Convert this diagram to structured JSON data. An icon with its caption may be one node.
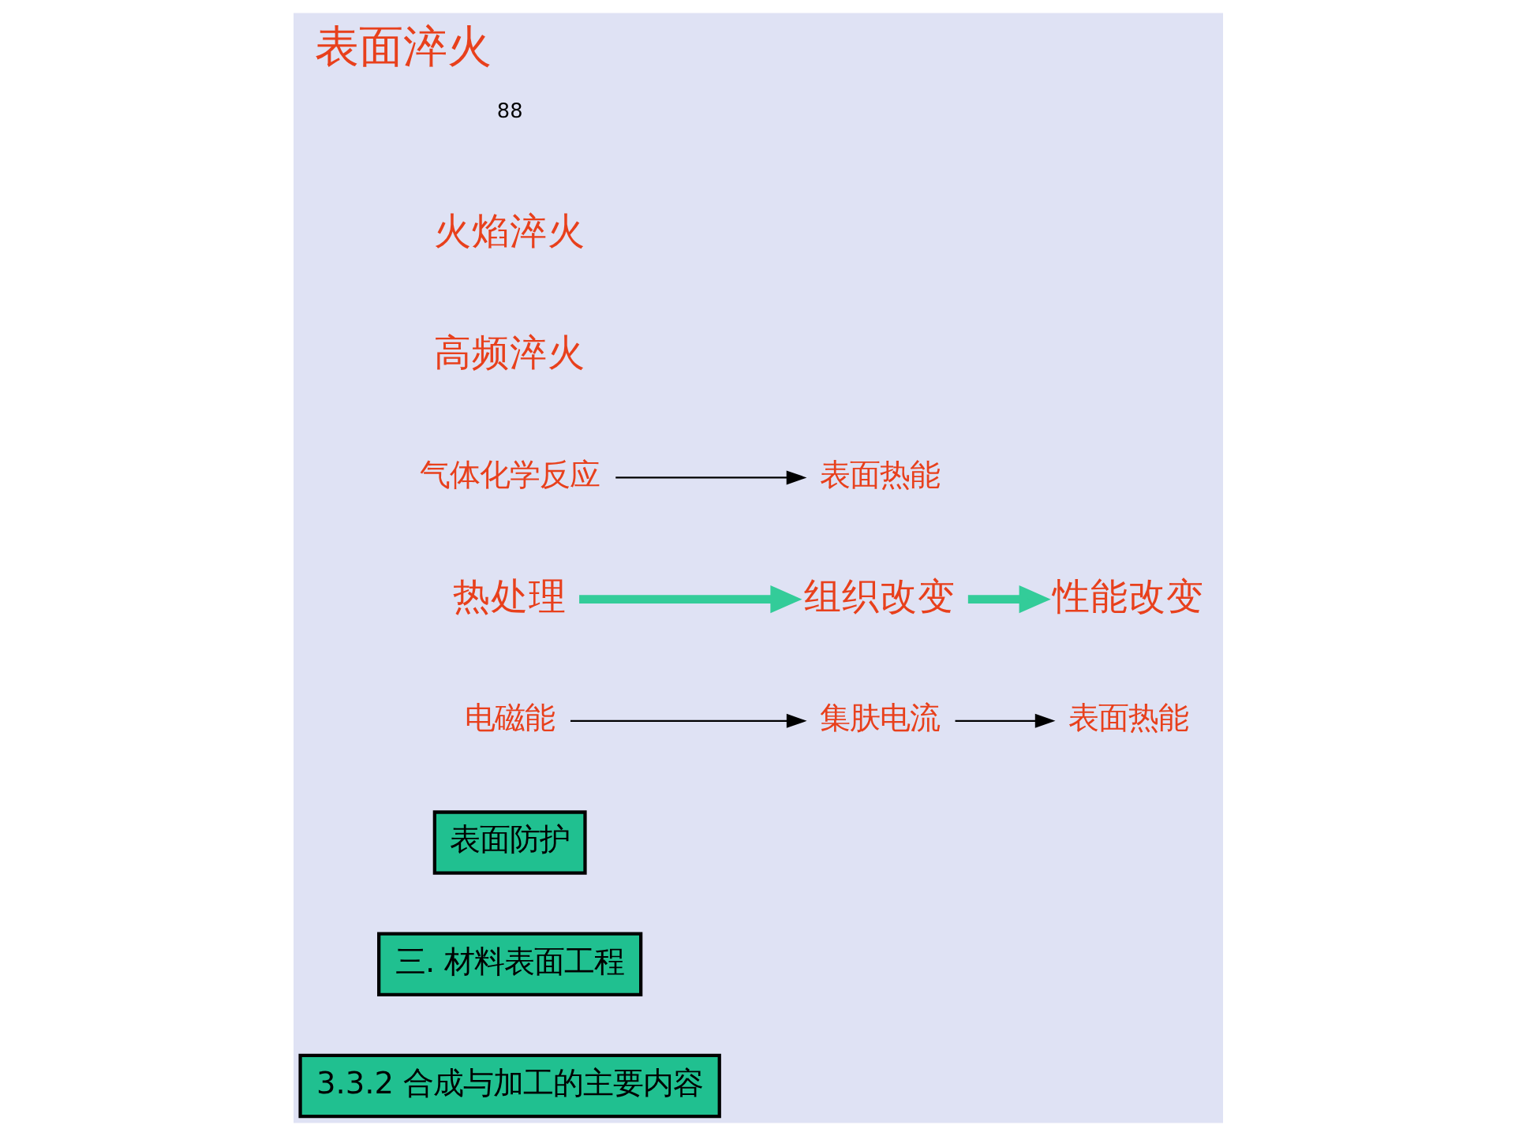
{
  "diagram": {
    "title": "表面淬火",
    "nodes": [
      {
        "text": [
          "3.3.2 合成与加工的主要内容"
        ]
      },
      {
        "text": [
          "三. 材料表面工程"
        ]
      },
      {
        "text": [
          "表面防护"
        ]
      },
      {
        "text": [
          "电磁能"
        ]
      },
      {
        "text": [
          "集肤电流"
        ]
      },
      {
        "text": [
          "表面热能"
        ]
      },
      {
        "text": [
          "热处理"
        ]
      },
      {
        "text": [
          "气体化学反应"
        ]
      },
      {
        "text": [
          "表面热能"
        ]
      },
      {
        "text": [
          "组织改变"
        ]
      },
      {
        "text": [
          "性能改变"
        ]
      }
    ],
    "edges": [
      {
        "from": 3,
        "to": 4,
        "arrow": "to"
      },
      {
        "from": 4,
        "to": 5,
        "arrow": "to"
      },
      {
        "from": 7,
        "to": 8,
        "arrow": "to"
      },
      {
        "from": 6,
        "to": 9,
        "arrow": "to",
        "style": "thick",
        "color": "#33cc99"
      },
      {
        "from": 9,
        "to": 10,
        "arrow": "to",
        "style": "thick",
        "color": "#33cc99"
      }
    ],
    "labels": [
      "高频淬火",
      "火焰淬火",
      "88"
    ]
  }
}
